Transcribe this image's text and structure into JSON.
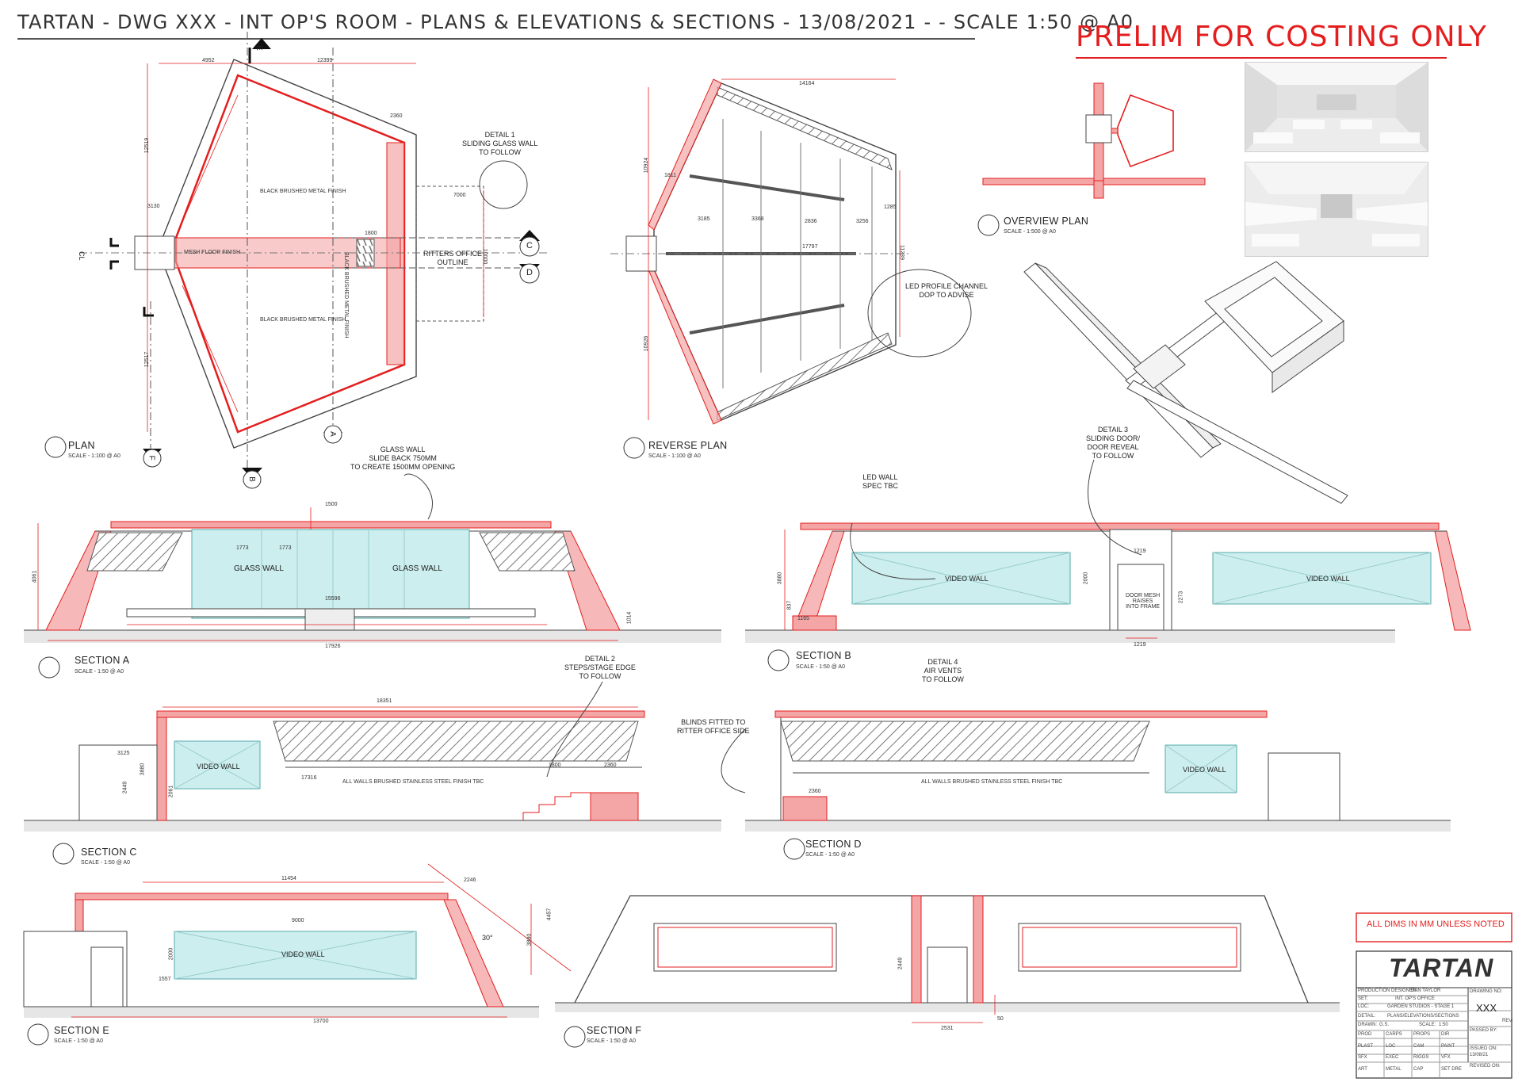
{
  "sheet": {
    "title": "TARTAN - DWG XXX - INT OP'S ROOM -  PLANS & ELEVATIONS & SECTIONS - 13/08/2021 - - SCALE 1:50 @ A0",
    "stamp": "PRELIM FOR COSTING ONLY",
    "accent_color": "#e41e1e",
    "hatch_color": "#f4a6a6",
    "glass_color": "#cdeeee"
  },
  "views": {
    "plan": {
      "title": "PLAN",
      "scale": "SCALE - 1:100 @ A0"
    },
    "reverse_plan": {
      "title": "REVERSE PLAN",
      "scale": "SCALE - 1:100 @ A0"
    },
    "overview_plan": {
      "title": "OVERVIEW PLAN",
      "scale": "SCALE - 1:500 @ A0"
    },
    "section_a": {
      "title": "SECTION A",
      "scale": "SCALE - 1:50 @ A0"
    },
    "section_b": {
      "title": "SECTION B",
      "scale": "SCALE - 1:50 @ A0"
    },
    "section_c": {
      "title": "SECTION C",
      "scale": "SCALE - 1:50 @ A0"
    },
    "section_d": {
      "title": "SECTION D",
      "scale": "SCALE - 1:50 @ A0"
    },
    "section_e": {
      "title": "SECTION E",
      "scale": "SCALE - 1:50 @ A0"
    },
    "section_f": {
      "title": "SECTION F",
      "scale": "SCALE - 1:50 @ A0"
    }
  },
  "notes": {
    "detail1": "DETAIL 1\nSLIDING GLASS WALL\nTO FOLLOW",
    "led_channel": "LED PROFILE CHANNEL\nDOP TO ADVISE",
    "glass_wall_slide": "GLASS WALL\nSLIDE BACK 750MM\nTO CREATE 1500MM OPENING",
    "led_wall": "LED WALL\nSPEC TBC",
    "detail3": "DETAIL 3\nSLIDING DOOR/\nDOOR REVEAL\nTO FOLLOW",
    "detail2": "DETAIL 2\nSTEPS/STAGE EDGE\nTO FOLLOW",
    "detail4": "DETAIL 4\nAIR VENTS\nTO FOLLOW",
    "blinds": "BLINDS FITTED TO\nRITTER OFFICE SIDE",
    "ritters_office": "RITTERS OFFICE\nOUTLINE",
    "metal_top": "BLACK BRUSHED METAL FINISH",
    "metal_bottom": "BLACK BRUSHED METAL FINISH",
    "metal_vertical": "BLACK BRUSHED METAL FINISH",
    "mesh_floor": "MESH FLOOR FINISH",
    "walls_c": "ALL WALLS BRUSHED STAINLESS STEEL FINISH TBC",
    "walls_d": "ALL WALLS BRUSHED STAINLESS STEEL FINISH TBC",
    "door_mesh": "DOOR MESH\nRAISES\nINTO FRAME",
    "all_dims": "ALL DIMS IN MM UNLESS NOTED"
  },
  "labels": {
    "glass_wall": "GLASS WALL",
    "video_wall": "VIDEO WALL",
    "cl": "CL"
  },
  "markers": {
    "a": "A",
    "b": "B",
    "c": "C",
    "d": "D",
    "e": "E",
    "f": "F"
  },
  "dims": {
    "plan_4952": "4952",
    "plan_12399": "12399",
    "plan_2360": "2360",
    "plan_7000": "7000",
    "plan_1800": "1800",
    "plan_10000": "10000",
    "plan_12519": "12519",
    "plan_12517": "12517",
    "plan_3130": "3130",
    "rp_14164": "14164",
    "rp_10924": "10924",
    "rp_10926": "10926",
    "rp_11239": "11239",
    "rp_3185": "3185",
    "rp_3368": "3368",
    "rp_2836": "2836",
    "rp_3256": "3256",
    "rp_1285": "1285",
    "rp_17797": "17797",
    "rp_1811": "1811",
    "sa_1500": "1500",
    "sa_1773a": "1773",
    "sa_1773b": "1773",
    "sa_15596": "15596",
    "sa_17926": "17926",
    "sa_4061": "4061",
    "sa_1014": "1014",
    "sb_1219a": "1219",
    "sb_1219b": "1219",
    "sb_2000": "2000",
    "sb_2273": "2273",
    "sb_3880": "3880",
    "sb_1165": "1165",
    "sb_837": "837",
    "sc_18351": "18351",
    "sc_17316": "17316",
    "sc_1800": "1800",
    "sc_2360": "2360",
    "sc_3125": "3125",
    "sc_3880": "3880",
    "sc_2449": "2449",
    "sc_2061": "2061",
    "sd_2360": "2360",
    "se_11454": "11454",
    "se_9000": "9000",
    "se_2246": "2246",
    "se_1557": "1557",
    "se_13700": "13700",
    "se_2000": "2000",
    "se_3880": "3880",
    "se_4457": "4457",
    "se_30": "30°",
    "sf_2531": "2531",
    "sf_2449": "2449",
    "sf_50": "50"
  },
  "title_block": {
    "brand": "TARTAN",
    "drawing_no": "XXX",
    "rows": [
      {
        "k": "PRODUCTION DESIGNER:",
        "v": "DAN TAYLOR"
      },
      {
        "k": "SET:",
        "v": "INT. OP'S OFFICE"
      },
      {
        "k": "LOC:",
        "v": "GARDEN STUDIOS - STAGE 1"
      },
      {
        "k": "DETAIL:",
        "v": "PLANS/ELEVATIONS/SECTIONS"
      },
      {
        "k": "DRAWN:",
        "v": "G.S."
      },
      {
        "k": "SCALE:",
        "v": "1:50"
      }
    ],
    "side": [
      {
        "k": "DRAWING NO:"
      },
      {
        "k": "REV:"
      },
      {
        "k": "PASSED BY:"
      },
      {
        "k": "ISSUED ON:",
        "v": "13/08/21"
      },
      {
        "k": "REVISED ON:"
      }
    ],
    "grid": [
      "PROD",
      "CARPS",
      "PROPS",
      "DIR",
      "PLAST",
      "LOC",
      "CAM",
      "PAINT",
      "SFX",
      "EXEC",
      "RIGGS",
      "VFX",
      "ART",
      "METAL",
      "CAP",
      "SET DRE"
    ]
  }
}
